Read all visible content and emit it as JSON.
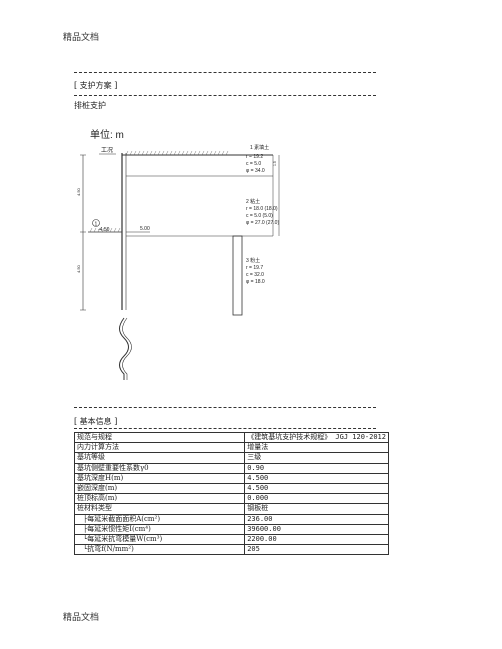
{
  "page": {
    "header": "精品文档",
    "footer": "精品文档"
  },
  "support": {
    "title": "[ 支护方案 ]",
    "subtitle": "排桩支护"
  },
  "diagram": {
    "unit": "单位: m",
    "label_gongkuang": "工况",
    "circle_no": "1",
    "excav_level": "-4.50",
    "left_tick": "5.00",
    "dim_top": "4.50",
    "dim_bottom": "4.50",
    "layers": [
      {
        "name": "1 素填土",
        "lines": [
          "r = 19.2",
          "c = 5.0",
          "φ = 34.0"
        ],
        "thickness": "1.5"
      },
      {
        "name": "2 粘土",
        "lines": [
          "r = 18.0 (18.0)",
          "c = 5.0 (5.0)",
          "φ = 27.0 (27.0)"
        ]
      },
      {
        "name": "3 粉土",
        "lines": [
          "r = 19.7",
          "c = 32.0",
          "φ = 18.0"
        ]
      }
    ]
  },
  "basic": {
    "title": "[ 基本信息 ]",
    "rows": [
      {
        "k": "规范与规程",
        "v": "《建筑基坑支护技术规程》 JGJ 120-2012"
      },
      {
        "k": "内力计算方法",
        "v": "增量法"
      },
      {
        "k": "基坑等级",
        "v": "三级"
      },
      {
        "k": "基坑侧壁重要性系数γ0",
        "v": "0.90"
      },
      {
        "k": "基坑深度H(m)",
        "v": "4.500"
      },
      {
        "k": "嵌固深度(m)",
        "v": "4.500"
      },
      {
        "k": "桩顶标高(m)",
        "v": "0.000"
      },
      {
        "k": "桩材料类型",
        "v": "钢板桩"
      },
      {
        "k": "├每延米截面面积A(cm²)",
        "v": "236.00"
      },
      {
        "k": "├每延米惯性矩I(cm⁴)",
        "v": "39600.00"
      },
      {
        "k": "└每延米抗弯模量W(cm³)",
        "v": "2200.00"
      },
      {
        "k": "└抗弯f(N/mm²)",
        "v": "205"
      }
    ]
  }
}
